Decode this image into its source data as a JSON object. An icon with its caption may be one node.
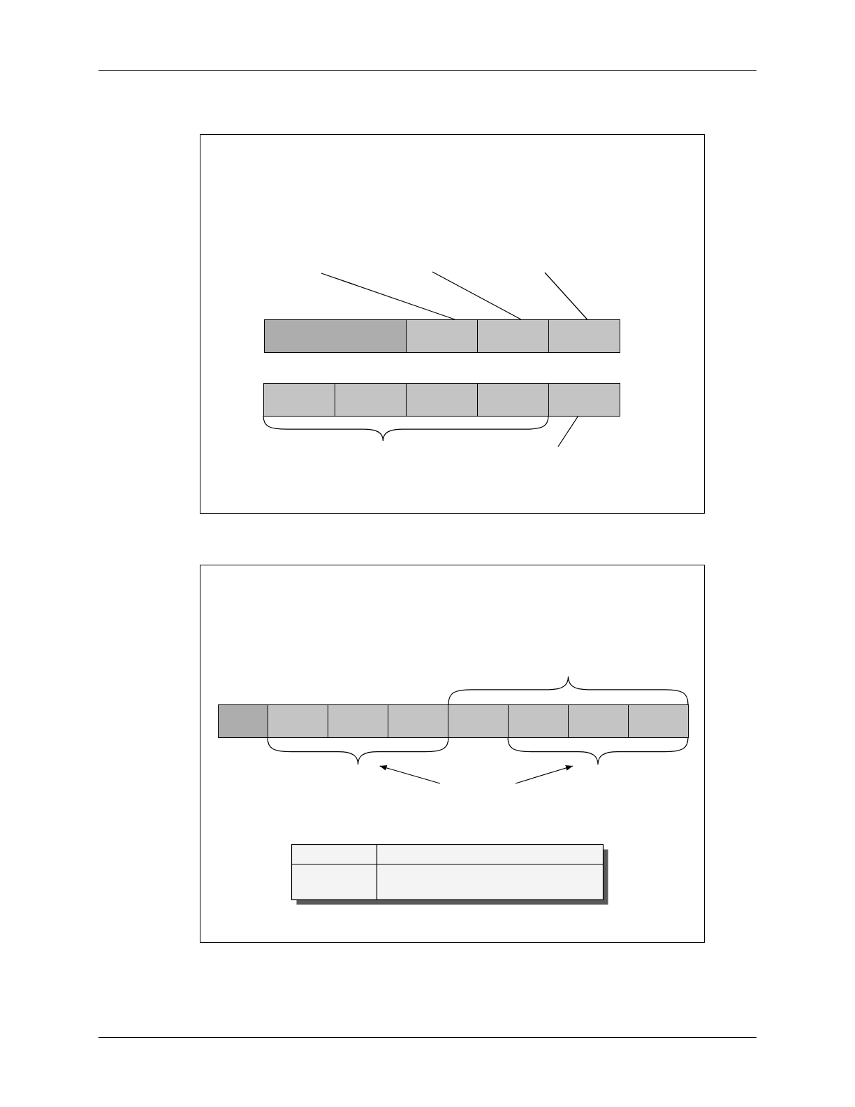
{
  "diagram": {
    "nodes": [
      {
        "text": [],
        "shape": "box"
      },
      {
        "text": [],
        "shape": "box"
      },
      {
        "text": [],
        "shape": "box"
      },
      {
        "text": [],
        "shape": "box"
      },
      {
        "text": [],
        "shape": "box"
      },
      {
        "text": [],
        "shape": "box"
      },
      {
        "text": [],
        "shape": "box"
      },
      {
        "text": [],
        "shape": "box"
      },
      {
        "text": [],
        "shape": "box"
      },
      {
        "text": [],
        "shape": "box"
      },
      {
        "text": [],
        "shape": "box"
      },
      {
        "text": [],
        "shape": "box"
      },
      {
        "text": [],
        "shape": "box"
      },
      {
        "text": [],
        "shape": "box"
      },
      {
        "text": [],
        "shape": "box"
      },
      {
        "text": [],
        "shape": "box"
      },
      {
        "text": [],
        "shape": "box"
      },
      {
        "text": [],
        "shape": "brace"
      },
      {
        "text": [],
        "shape": "brace"
      }
    ],
    "edges": [
      {
        "from": null,
        "to": 1,
        "arrow": "none"
      },
      {
        "from": null,
        "to": 2,
        "arrow": "none"
      },
      {
        "from": null,
        "to": 3,
        "arrow": "none"
      },
      {
        "from": null,
        "to": 8,
        "arrow": "none"
      },
      {
        "from": null,
        "to": 17,
        "arrow": "to"
      },
      {
        "from": null,
        "to": 18,
        "arrow": "to"
      }
    ]
  }
}
